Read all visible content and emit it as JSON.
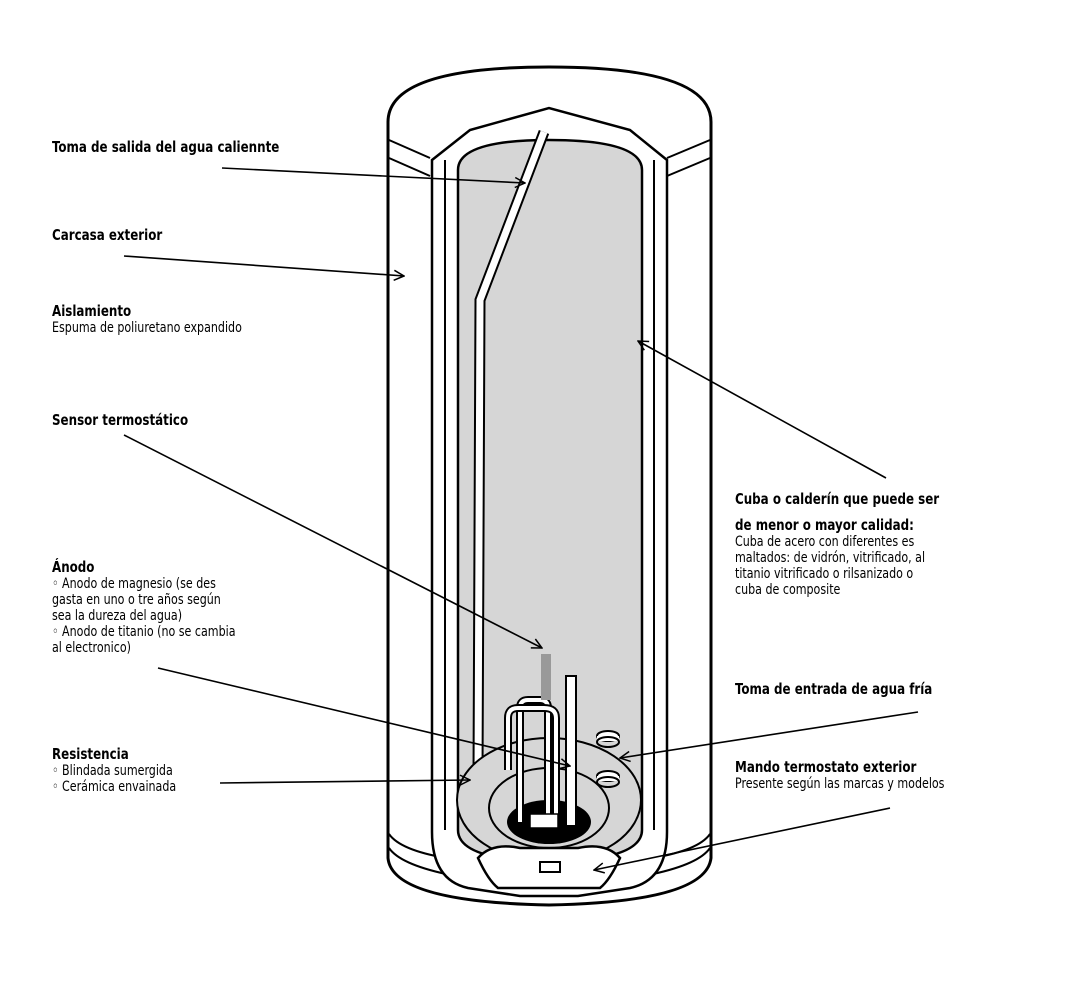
{
  "labels": {
    "salida": {
      "title": "Toma de salida del agua caliennte"
    },
    "carcasa": {
      "title": "Carcasa exterior"
    },
    "aislamiento": {
      "title": "Aislamiento",
      "desc": [
        "Espuma de poliuretano expandido"
      ]
    },
    "sensor": {
      "title": "Sensor termostático"
    },
    "anodo": {
      "title": "Ánodo",
      "desc": [
        "◦ Anodo de magnesio (se des",
        "gasta en uno o tre años según",
        "sea la dureza del agua)",
        "◦ Anodo de titanio (no se cambia",
        "al electronico)"
      ]
    },
    "resistencia": {
      "title": "Resistencia",
      "desc": [
        "◦ Blindada sumergida",
        "◦ Cerámica envainada"
      ]
    },
    "cuba": {
      "title_lines": [
        "Cuba o calderín que puede ser",
        "de menor o mayor calidad:"
      ],
      "desc": [
        "Cuba de acero con diferentes es",
        "maltados: de vidrón, vitrificado, al",
        "titanio vitrificado o rilsanizado o",
        "cuba de composite"
      ]
    },
    "entrada": {
      "title": "Toma de entrada de agua fría"
    },
    "mando": {
      "title": "Mando termostato exterior",
      "desc": [
        "Presente según las marcas y modelos"
      ]
    }
  },
  "colors": {
    "tank_fill": "#d6d6d6",
    "line": "#000000",
    "element_fill": "#bdbdbd",
    "background": "#ffffff"
  }
}
